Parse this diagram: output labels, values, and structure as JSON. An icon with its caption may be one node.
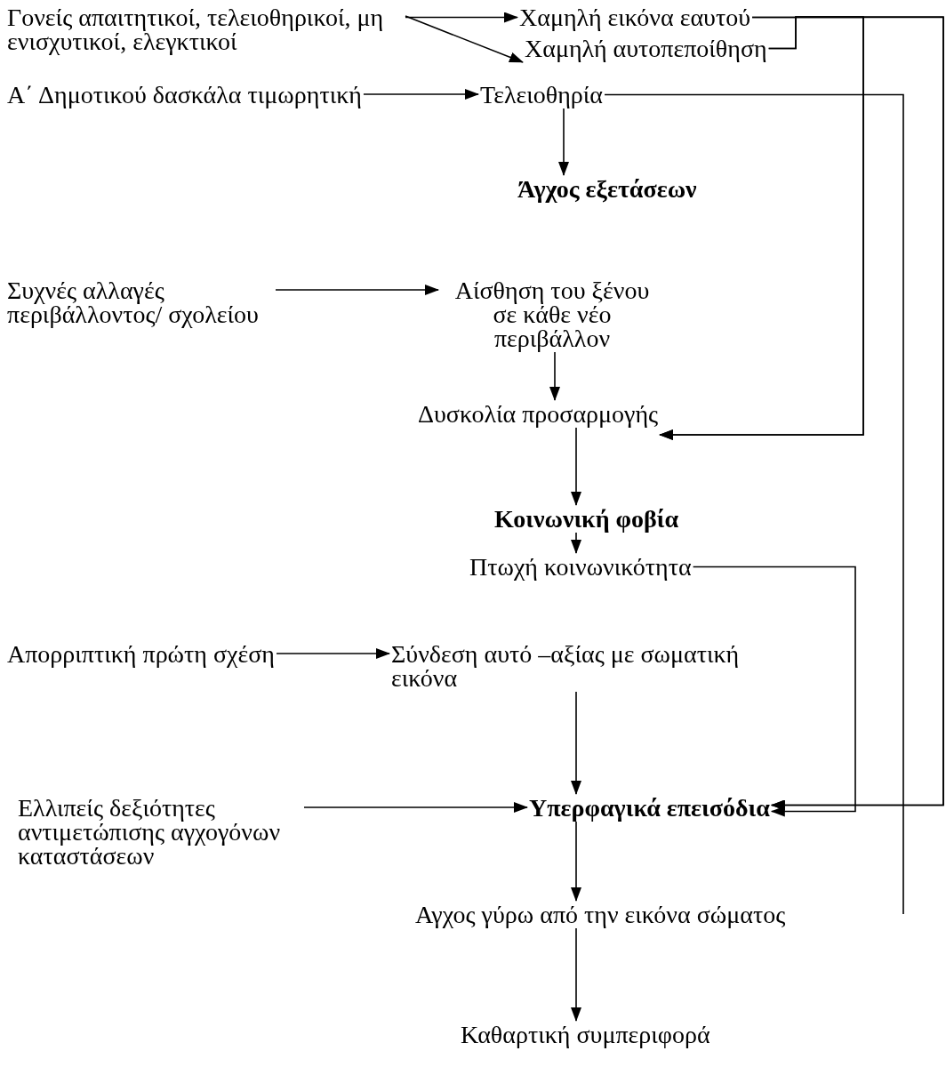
{
  "diagram": {
    "nodes": [
      {
        "text": [
          "Γονείς απαιτητικοί, τελειοθηρικοί, μη ενισχυτικοί, ελεγκτικοί"
        ]
      },
      {
        "text": [
          "Χαμηλή εικόνα εαυτού"
        ]
      },
      {
        "text": [
          "Χαμηλή αυτοπεποίθηση"
        ]
      },
      {
        "text": [
          "Α΄ Δημοτικού δασκάλα τιμωρητική"
        ]
      },
      {
        "text": [
          "Τελειοθηρία"
        ]
      },
      {
        "text": [
          "Άγχος εξετάσεων"
        ]
      },
      {
        "text": [
          "Συχνές αλλαγές περιβάλλοντος/ σχολείου"
        ]
      },
      {
        "text": [
          "Αίσθηση του ξένου σε κάθε νέο περιβάλλον"
        ]
      },
      {
        "text": [
          "Δυσκολία προσαρμογής"
        ]
      },
      {
        "text": [
          "Κοινωνική φοβία"
        ]
      },
      {
        "text": [
          "Πτωχή κοινωνικότητα"
        ]
      },
      {
        "text": [
          "Απορριπτική πρώτη σχέση"
        ]
      },
      {
        "text": [
          "Σύνδεση αυτό –αξίας με σωματική εικόνα"
        ]
      },
      {
        "text": [
          "Ελλιπείς δεξιότητες αντιμετώπισης αγχογόνων καταστάσεων"
        ]
      },
      {
        "text": [
          "Υπερφαγικά επεισόδια"
        ]
      },
      {
        "text": [
          "Αγχος γύρω από την εικόνα σώματος"
        ]
      },
      {
        "text": [
          "Καθαρτική συμπεριφορά"
        ]
      }
    ],
    "edges": [
      {
        "from": 0,
        "to": 1,
        "arrow": "to"
      },
      {
        "from": 0,
        "to": 2,
        "arrow": "to"
      },
      {
        "from": 3,
        "to": 4,
        "arrow": "to"
      },
      {
        "from": 4,
        "to": 5,
        "arrow": "to"
      },
      {
        "from": 6,
        "to": 7,
        "arrow": "to"
      },
      {
        "from": 7,
        "to": 8,
        "arrow": "to"
      },
      {
        "from": 8,
        "to": 9,
        "arrow": "to"
      },
      {
        "from": 9,
        "to": 10,
        "arrow": "to"
      },
      {
        "from": 11,
        "to": 12,
        "arrow": "to"
      },
      {
        "from": 12,
        "to": 14,
        "arrow": "to"
      },
      {
        "from": 13,
        "to": 14,
        "arrow": "to"
      },
      {
        "from": 14,
        "to": 15,
        "arrow": "to"
      },
      {
        "from": 15,
        "to": 16,
        "arrow": "to"
      },
      {
        "from": 1,
        "to": 8,
        "arrow": "to"
      },
      {
        "from": 2,
        "to": 8,
        "arrow": "to"
      },
      {
        "from": 1,
        "to": 14,
        "arrow": "to"
      },
      {
        "from": 2,
        "to": 14,
        "arrow": "to"
      },
      {
        "from": 10,
        "to": 14,
        "arrow": "to"
      },
      {
        "from": 4,
        "to": null,
        "arrow": "none"
      }
    ]
  }
}
